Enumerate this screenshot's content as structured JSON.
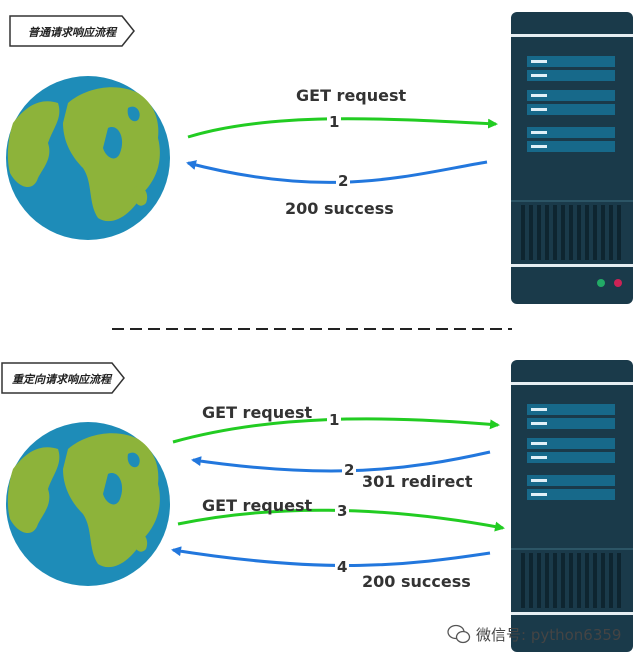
{
  "section1": {
    "tag": "普通请求响应流程",
    "arrow1": {
      "label": "GET request",
      "num": "1"
    },
    "arrow2": {
      "label": "200 success",
      "num": "2"
    }
  },
  "section2": {
    "tag": "重定向请求响应流程",
    "arrow1": {
      "label": "GET request",
      "num": "1"
    },
    "arrow2": {
      "label": "301 redirect",
      "num": "2"
    },
    "arrow3": {
      "label": "GET request",
      "num": "3"
    },
    "arrow4": {
      "label": "200 success",
      "num": "4"
    }
  },
  "watermark": {
    "text": "微信号: python6359"
  },
  "colors": {
    "request": "#22cc22",
    "response": "#2277dd",
    "server": "#1a3a4a",
    "ocean": "#1e8cb8",
    "land": "#8db33a"
  }
}
